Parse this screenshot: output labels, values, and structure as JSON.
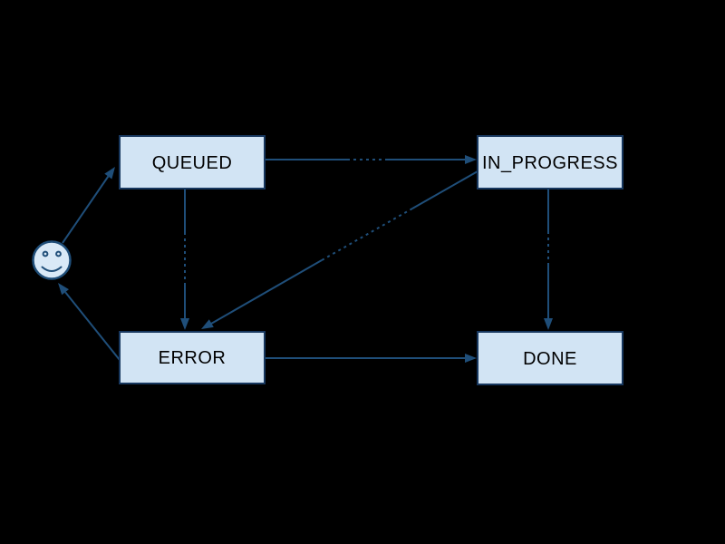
{
  "page": {
    "background_color": "#000000"
  },
  "diagram": {
    "type": "state-machine",
    "colors": {
      "node_fill": "#d2e4f4",
      "node_border": "#17375e",
      "edge": "#1f4e79",
      "node_text": "#000000",
      "edge_label_text": "#000000"
    },
    "start_node": {
      "icon": "smiley-face-icon"
    },
    "nodes": [
      {
        "id": "queued",
        "label": "QUEUED"
      },
      {
        "id": "in_progress",
        "label": "IN_PROGRESS"
      },
      {
        "id": "error",
        "label": "ERROR"
      },
      {
        "id": "done",
        "label": "DONE"
      }
    ],
    "edges": [
      {
        "from": "start",
        "to": "QUEUED",
        "label": ""
      },
      {
        "from": "QUEUED",
        "to": "IN_PROGRESS",
        "label": "",
        "label_illegible": true
      },
      {
        "from": "QUEUED",
        "to": "ERROR",
        "label": "",
        "label_illegible": true
      },
      {
        "from": "IN_PROGRESS",
        "to": "ERROR",
        "label": "",
        "label_illegible": true
      },
      {
        "from": "IN_PROGRESS",
        "to": "DONE",
        "label": "",
        "label_illegible": true
      },
      {
        "from": "ERROR",
        "to": "DONE",
        "label": ""
      },
      {
        "from": "ERROR",
        "to": "start",
        "label": ""
      }
    ]
  }
}
